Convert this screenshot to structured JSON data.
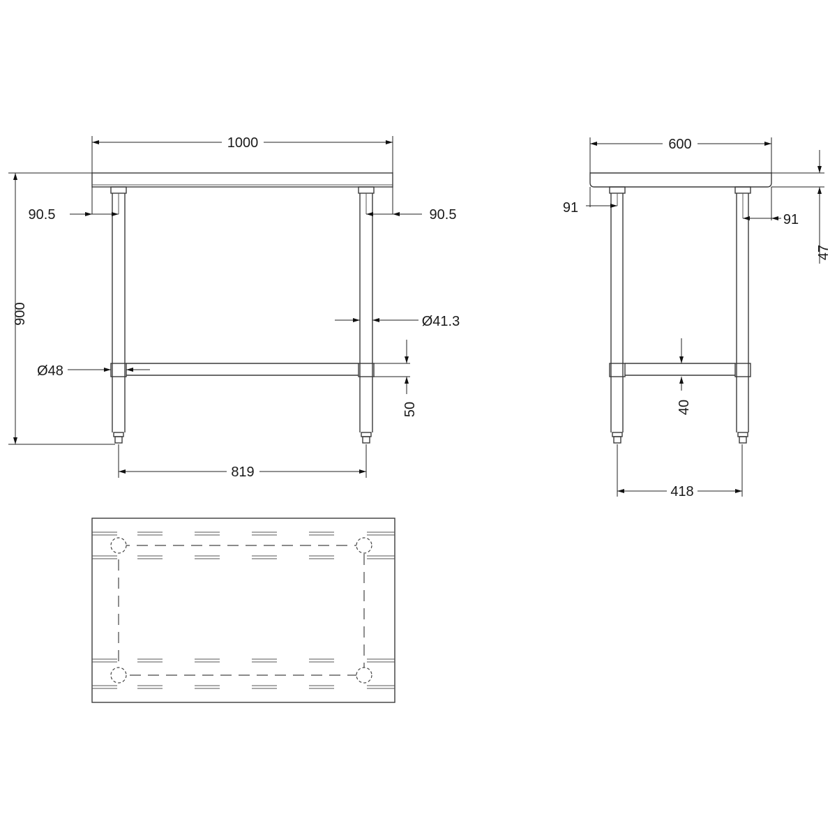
{
  "front_view": {
    "width": "1000",
    "height": "900",
    "left_leg_offset": "90.5",
    "right_leg_offset": "90.5",
    "leg_tube_diameter": "Ø41.3",
    "shelf_collar_diameter": "Ø48",
    "shelf_rail_height": "50",
    "leg_spacing": "819"
  },
  "side_view": {
    "depth": "600",
    "left_leg_offset": "91",
    "right_leg_offset": "91",
    "top_thickness": "47",
    "shelf_rail_height": "40",
    "leg_spacing": "418"
  },
  "colors": {
    "line": "#3a3a3a",
    "background": "#ffffff"
  }
}
